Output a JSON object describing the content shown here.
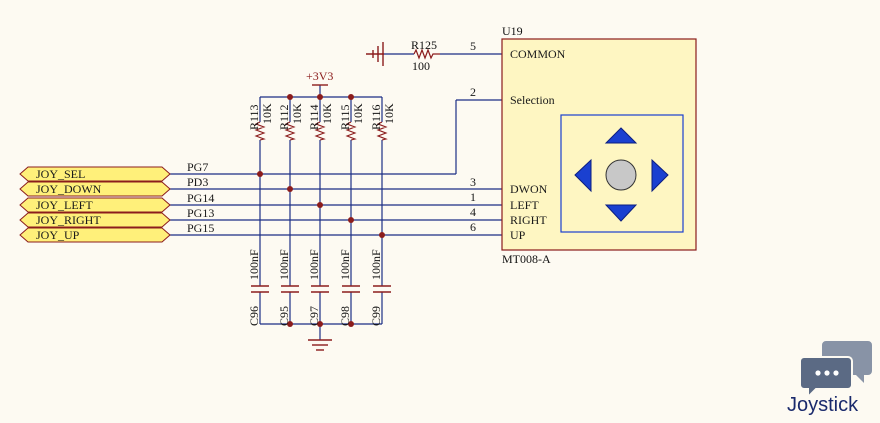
{
  "component": {
    "designator": "U19",
    "part": "MT008-A",
    "pins": [
      {
        "num": "5",
        "name": "COMMON"
      },
      {
        "num": "2",
        "name": "Selection"
      },
      {
        "num": "3",
        "name": "DWON"
      },
      {
        "num": "1",
        "name": "LEFT"
      },
      {
        "num": "4",
        "name": "RIGHT"
      },
      {
        "num": "6",
        "name": "UP"
      }
    ]
  },
  "r125": {
    "ref": "R125",
    "value": "100"
  },
  "power": "+3V3",
  "ports": [
    "JOY_SEL",
    "JOY_DOWN",
    "JOY_LEFT",
    "JOY_RIGHT",
    "JOY_UP"
  ],
  "nets": [
    "PG7",
    "PD3",
    "PG14",
    "PG13",
    "PG15"
  ],
  "resistors": [
    {
      "ref": "R113",
      "value": "10K"
    },
    {
      "ref": "R112",
      "value": "10K"
    },
    {
      "ref": "R114",
      "value": "10K"
    },
    {
      "ref": "R115",
      "value": "10K"
    },
    {
      "ref": "R116",
      "value": "10K"
    }
  ],
  "capacitors": [
    {
      "ref": "C96",
      "value": "100nF"
    },
    {
      "ref": "C95",
      "value": "100nF"
    },
    {
      "ref": "C97",
      "value": "100nF"
    },
    {
      "ref": "C98",
      "value": "100nF"
    },
    {
      "ref": "C99",
      "value": "100nF"
    }
  ],
  "colors": {
    "wire": "#1c2f86",
    "part_outline": "#8b1c1c",
    "chip_fill": "#fef6c2",
    "port_fill": "#fff07a",
    "joystick_icon": "#1a40d0",
    "center_button": "#c8c8c8",
    "logo": "#6c7a93"
  },
  "watermark": {
    "text": "Joystick",
    "icon": "chat-bubbles-icon"
  }
}
